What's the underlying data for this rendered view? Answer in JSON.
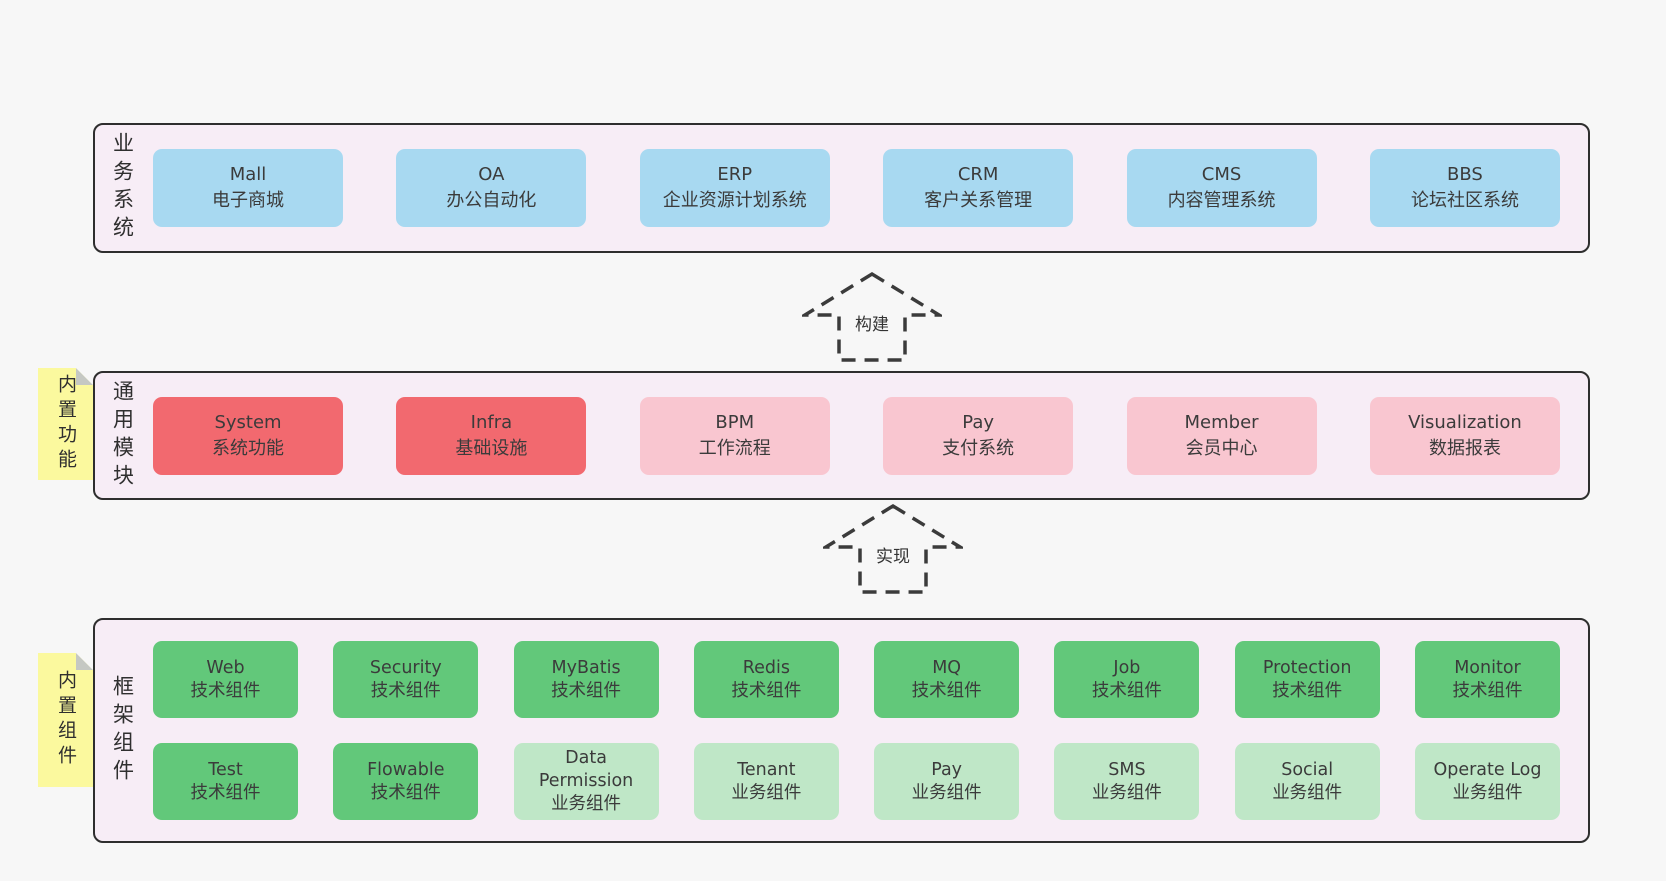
{
  "diagram": {
    "palette": {
      "page_bg": "#f7f7f7",
      "band_bg": "#f7edf6",
      "band_border": "#2e2e2e",
      "blue": "#a8d9f1",
      "red": "#f2696f",
      "pink": "#f9c6d0",
      "green": "#62c87a",
      "light_green": "#bfe7c7",
      "sticky_yellow": "#fbf99e",
      "sticky_fold": "#c5c8c3",
      "text": "#3b3b3b"
    },
    "arrows": [
      {
        "label": "构建"
      },
      {
        "label": "实现"
      }
    ],
    "bands": [
      {
        "label": "业务系统",
        "rows": [
          [
            {
              "name": "Mall",
              "desc": "电子商城",
              "variant": "blue"
            },
            {
              "name": "OA",
              "desc": "办公自动化",
              "variant": "blue"
            },
            {
              "name": "ERP",
              "desc": "企业资源计划系统",
              "variant": "blue"
            },
            {
              "name": "CRM",
              "desc": "客户关系管理",
              "variant": "blue"
            },
            {
              "name": "CMS",
              "desc": "内容管理系统",
              "variant": "blue"
            },
            {
              "name": "BBS",
              "desc": "论坛社区系统",
              "variant": "blue"
            }
          ]
        ]
      },
      {
        "label": "通用模块",
        "sticky": "内置功能",
        "rows": [
          [
            {
              "name": "System",
              "desc": "系统功能",
              "variant": "red"
            },
            {
              "name": "Infra",
              "desc": "基础设施",
              "variant": "red"
            },
            {
              "name": "BPM",
              "desc": "工作流程",
              "variant": "pink"
            },
            {
              "name": "Pay",
              "desc": "支付系统",
              "variant": "pink"
            },
            {
              "name": "Member",
              "desc": "会员中心",
              "variant": "pink"
            },
            {
              "name": "Visualization",
              "desc": "数据报表",
              "variant": "pink"
            }
          ]
        ]
      },
      {
        "label": "框架组件",
        "sticky": "内置组件",
        "rows": [
          [
            {
              "name": "Web",
              "desc": "技术组件",
              "variant": "green"
            },
            {
              "name": "Security",
              "desc": "技术组件",
              "variant": "green"
            },
            {
              "name": "MyBatis",
              "desc": "技术组件",
              "variant": "green"
            },
            {
              "name": "Redis",
              "desc": "技术组件",
              "variant": "green"
            },
            {
              "name": "MQ",
              "desc": "技术组件",
              "variant": "green"
            },
            {
              "name": "Job",
              "desc": "技术组件",
              "variant": "green"
            },
            {
              "name": "Protection",
              "desc": "技术组件",
              "variant": "green"
            },
            {
              "name": "Monitor",
              "desc": "技术组件",
              "variant": "green"
            }
          ],
          [
            {
              "name": "Test",
              "desc": "技术组件",
              "variant": "green"
            },
            {
              "name": "Flowable",
              "desc": "技术组件",
              "variant": "green"
            },
            {
              "name": "Data Permission",
              "desc": "业务组件",
              "variant": "lightgreen"
            },
            {
              "name": "Tenant",
              "desc": "业务组件",
              "variant": "lightgreen"
            },
            {
              "name": "Pay",
              "desc": "业务组件",
              "variant": "lightgreen"
            },
            {
              "name": "SMS",
              "desc": "业务组件",
              "variant": "lightgreen"
            },
            {
              "name": "Social",
              "desc": "业务组件",
              "variant": "lightgreen"
            },
            {
              "name": "Operate Log",
              "desc": "业务组件",
              "variant": "lightgreen"
            }
          ]
        ]
      }
    ]
  }
}
